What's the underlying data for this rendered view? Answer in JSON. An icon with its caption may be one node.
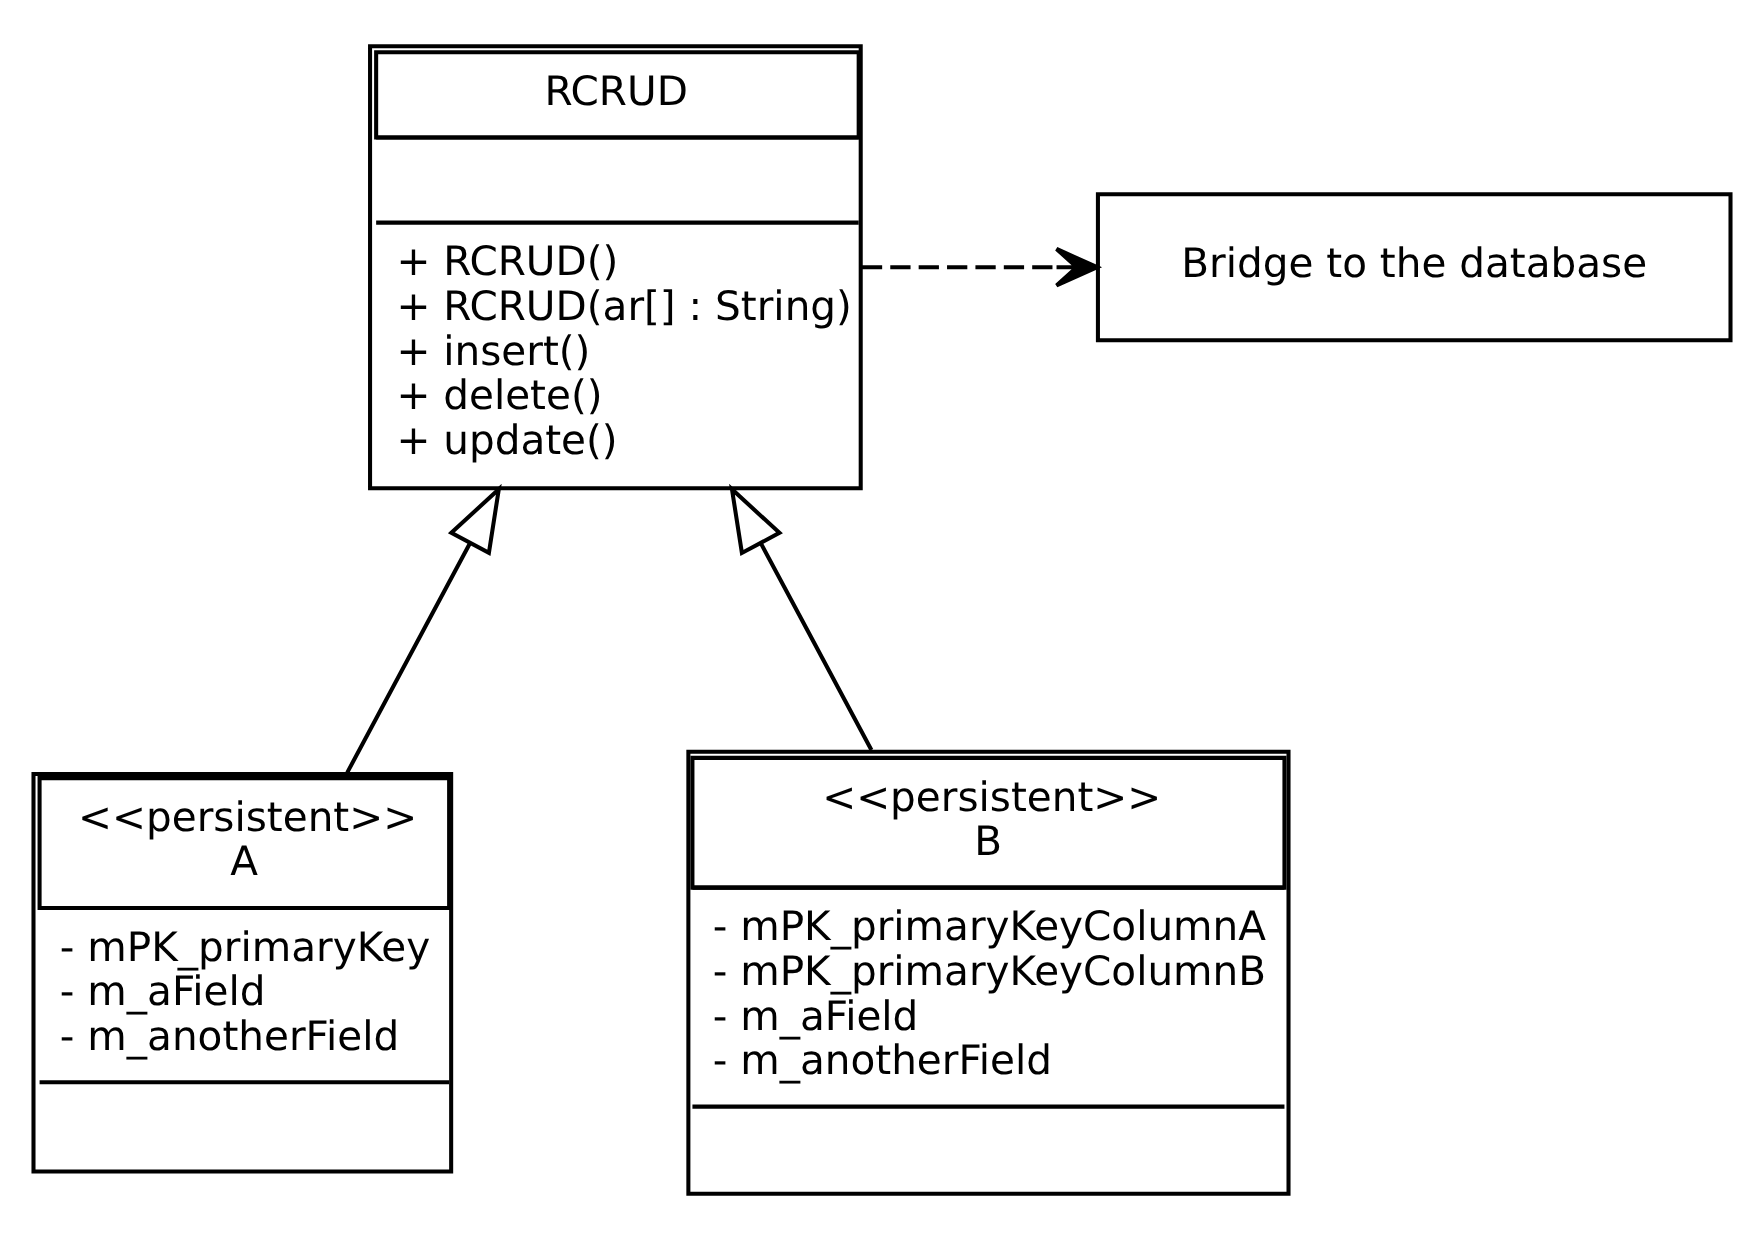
{
  "diagram": {
    "nodes": [
      {
        "text": [
          "RCRUD",
          "+ RCRUD()",
          "+ RCRUD(ar[] : String)",
          "+ insert()",
          "+ delete()",
          "+ update()"
        ]
      },
      {
        "text": [
          "Bridge to the database"
        ]
      },
      {
        "text": [
          "<<persistent>>",
          "A",
          "- mPK_primaryKey",
          "- m_aField",
          "- m_anotherField"
        ]
      },
      {
        "text": [
          "<<persistent>>",
          "B",
          "- mPK_primaryKeyColumnA",
          "- mPK_primaryKeyColumnB",
          "- m_aField",
          "- m_anotherField"
        ]
      }
    ],
    "edges": [
      {
        "from": 2,
        "to": 0,
        "arrow": "to"
      },
      {
        "from": 3,
        "to": 0,
        "arrow": "to"
      },
      {
        "from": 0,
        "to": 1,
        "arrow": "to",
        "style": "dashed"
      }
    ]
  }
}
